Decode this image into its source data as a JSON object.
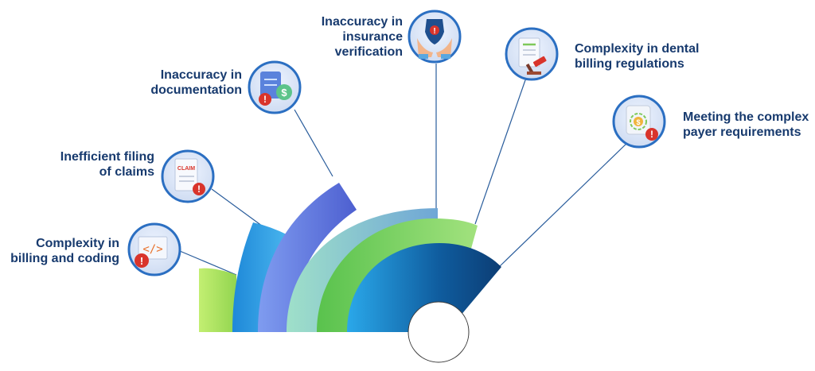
{
  "items": [
    {
      "id": "billing-coding",
      "lines": [
        "Complexity in",
        "billing and coding"
      ],
      "icon": "code-document-icon",
      "tag": "</>"
    },
    {
      "id": "filing-claims",
      "lines": [
        "Inefficient filing",
        "of claims"
      ],
      "icon": "claim-document-icon",
      "tag": "CLAIM"
    },
    {
      "id": "documentation",
      "lines": [
        "Inaccuracy in",
        "documentation"
      ],
      "icon": "document-dollar-icon",
      "tag": "$"
    },
    {
      "id": "insurance-verification",
      "lines": [
        "Inaccuracy in",
        "insurance",
        "verification"
      ],
      "icon": "shield-hands-icon"
    },
    {
      "id": "dental-regulations",
      "lines": [
        "Complexity in dental",
        "billing regulations"
      ],
      "icon": "gavel-document-icon"
    },
    {
      "id": "payer-requirements",
      "lines": [
        "Meeting the complex",
        "payer requirements"
      ],
      "icon": "dollar-scroll-icon"
    }
  ],
  "colors": {
    "label": "#173a6e",
    "band1": "#a6e05a",
    "band2": "#2f9ee3",
    "band3": "#5b6fd8",
    "band4": "#8fd3b5",
    "band5": "#86d86a",
    "band6": "#0f4c8a",
    "alert": "#d9342b"
  }
}
